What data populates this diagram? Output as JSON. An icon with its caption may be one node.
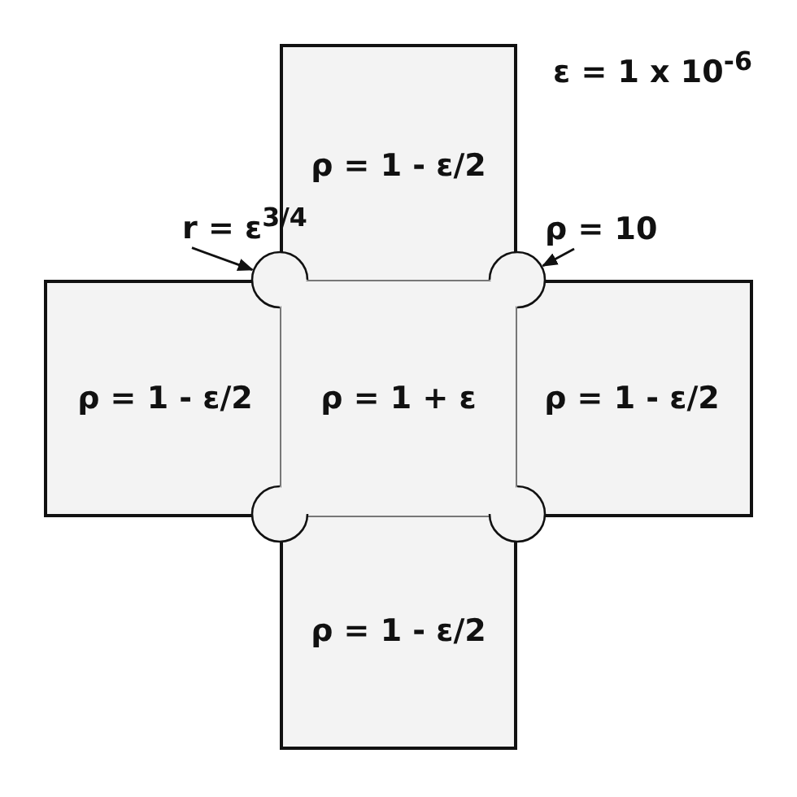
{
  "diagram": {
    "nodes": [
      {
        "text": [
          "ρ = 1 - ε/2"
        ]
      },
      {
        "text": [
          "ρ = 1 - ε/2"
        ]
      },
      {
        "text": [
          "ρ = 1 + ε"
        ]
      },
      {
        "text": [
          "ρ = 1 - ε/2"
        ]
      },
      {
        "text": [
          "ρ = 1 - ε/2"
        ]
      },
      {
        "text": [
          "r = ε$^{3/4}$"
        ]
      },
      {
        "text": [],
        "shape": "circle"
      },
      {
        "text": [
          "ρ = 10"
        ]
      },
      {
        "text": [],
        "shape": "circle"
      }
    ],
    "edges": [
      {
        "from": 5,
        "to": 6,
        "arrow": "to"
      },
      {
        "from": 7,
        "to": 8,
        "arrow": "to"
      }
    ],
    "labels": [
      "ε = 1 x 10$^{-6}$"
    ]
  }
}
